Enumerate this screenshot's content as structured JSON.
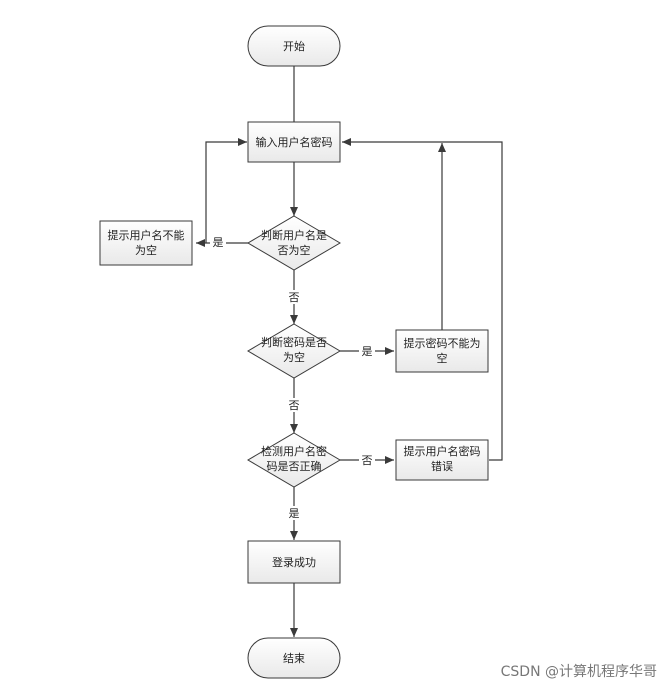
{
  "nodes": {
    "start": "开始",
    "input": "输入用户名密码",
    "check_user_empty": [
      "判断用户名是",
      "否为空"
    ],
    "tip_user_empty": [
      "提示用户名不能",
      "为空"
    ],
    "check_pwd_empty": [
      "判断密码是否",
      "为空"
    ],
    "tip_pwd_empty": [
      "提示密码不能为",
      "空"
    ],
    "check_correct": [
      "检测用户名密",
      "码是否正确"
    ],
    "tip_wrong": [
      "提示用户名密码",
      "错误"
    ],
    "success": "登录成功",
    "end": "结束"
  },
  "edge_labels": {
    "user_empty_yes": "是",
    "user_empty_no": "否",
    "pwd_empty_yes": "是",
    "pwd_empty_no": "否",
    "correct_no": "否",
    "correct_yes": "是"
  },
  "watermark": "CSDN @计算机程序华哥"
}
